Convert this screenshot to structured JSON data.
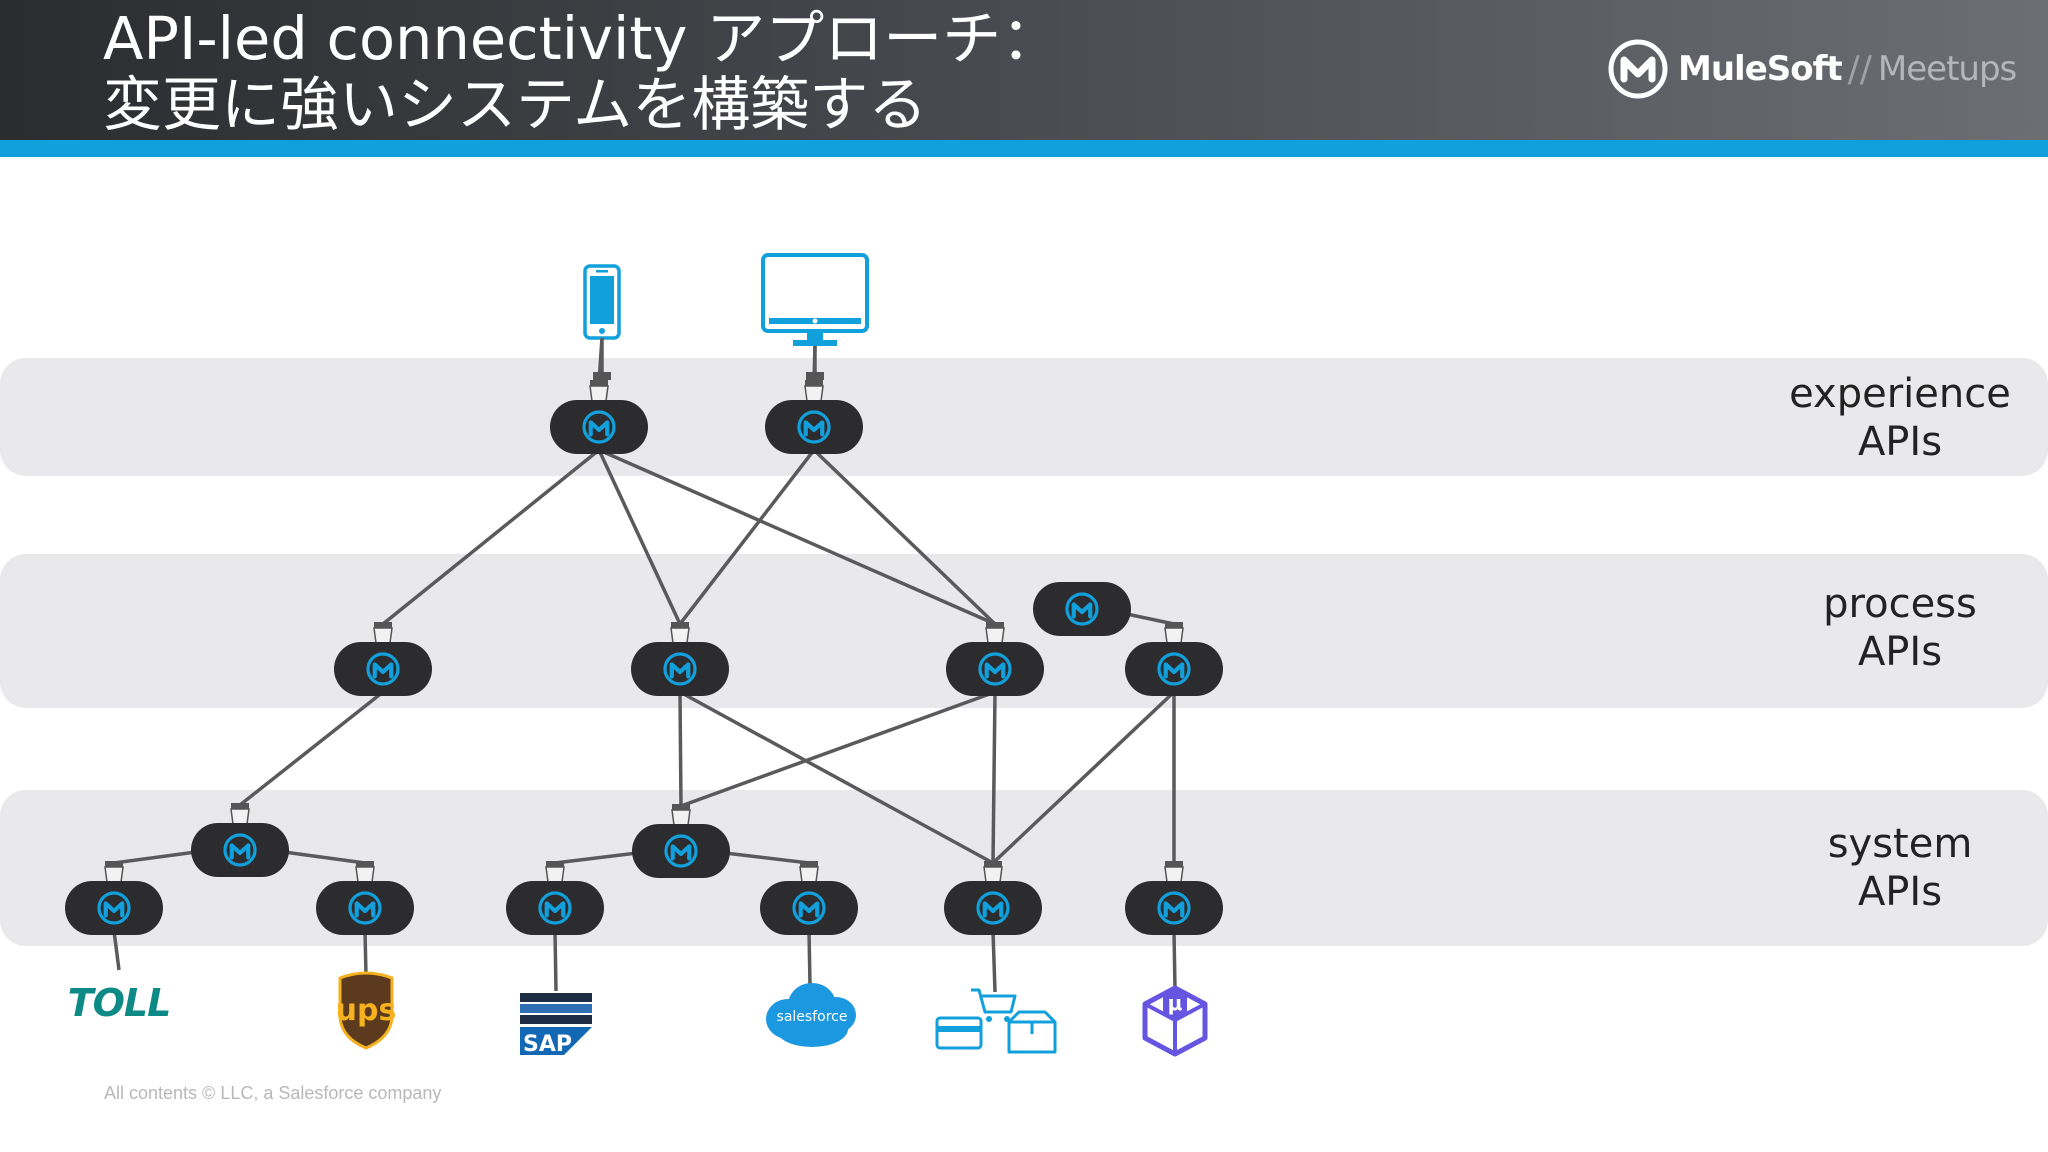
{
  "slide": {
    "title_line1": "API-led connectivity アプローチ：",
    "title_line2": "変更に強いシステムを構築する",
    "copyright": "All contents © LLC, a Salesforce company"
  },
  "logo": {
    "name": "MuleSoft",
    "separator": "//",
    "sub": "Meetups",
    "icon": "mulesoft-logo-icon"
  },
  "layers": [
    {
      "id": "experience",
      "line1": "experience",
      "line2": "APIs"
    },
    {
      "id": "process",
      "line1": "process",
      "line2": "APIs"
    },
    {
      "id": "system",
      "line1": "system",
      "line2": "APIs"
    }
  ],
  "clients": [
    {
      "id": "mobile",
      "icon": "smartphone-icon"
    },
    {
      "id": "desktop",
      "icon": "desktop-monitor-icon"
    }
  ],
  "backends": [
    {
      "id": "toll",
      "label": "TOLL",
      "icon": "toll-logo-icon"
    },
    {
      "id": "ups",
      "label": "ups",
      "icon": "ups-logo-icon"
    },
    {
      "id": "sap",
      "label": "SAP",
      "icon": "sap-logo-icon"
    },
    {
      "id": "salesforce",
      "label": "salesforce",
      "icon": "salesforce-cloud-icon"
    },
    {
      "id": "commerce",
      "icon": "ecommerce-icon"
    },
    {
      "id": "micro",
      "label": "μ",
      "icon": "microservice-box-icon"
    }
  ],
  "apis": [
    {
      "id": "exp1",
      "layer": "experience"
    },
    {
      "id": "exp2",
      "layer": "experience"
    },
    {
      "id": "proc1",
      "layer": "process"
    },
    {
      "id": "proc2",
      "layer": "process"
    },
    {
      "id": "proc3",
      "layer": "process"
    },
    {
      "id": "proc4",
      "layer": "process"
    },
    {
      "id": "proc5",
      "layer": "process"
    },
    {
      "id": "sys-agg1",
      "layer": "system"
    },
    {
      "id": "sys-agg2",
      "layer": "system"
    },
    {
      "id": "sys1",
      "layer": "system"
    },
    {
      "id": "sys2",
      "layer": "system"
    },
    {
      "id": "sys3",
      "layer": "system"
    },
    {
      "id": "sys4",
      "layer": "system"
    },
    {
      "id": "sys5",
      "layer": "system"
    },
    {
      "id": "sys6",
      "layer": "system"
    }
  ],
  "connections": [
    [
      "mobile",
      "exp1"
    ],
    [
      "desktop",
      "exp2"
    ],
    [
      "exp1",
      "proc1"
    ],
    [
      "exp1",
      "proc2"
    ],
    [
      "exp1",
      "proc3"
    ],
    [
      "exp2",
      "proc2"
    ],
    [
      "exp2",
      "proc3"
    ],
    [
      "proc4",
      "proc5"
    ],
    [
      "proc1",
      "sys-agg1"
    ],
    [
      "proc2",
      "sys-agg2"
    ],
    [
      "proc2",
      "sys5"
    ],
    [
      "proc3",
      "sys-agg2"
    ],
    [
      "proc3",
      "sys5"
    ],
    [
      "proc5",
      "sys5"
    ],
    [
      "proc5",
      "sys6"
    ],
    [
      "sys-agg1",
      "sys1"
    ],
    [
      "sys-agg1",
      "sys2"
    ],
    [
      "sys-agg2",
      "sys3"
    ],
    [
      "sys-agg2",
      "sys4"
    ],
    [
      "sys1",
      "toll"
    ],
    [
      "sys2",
      "ups"
    ],
    [
      "sys3",
      "sap"
    ],
    [
      "sys4",
      "salesforce"
    ],
    [
      "sys5",
      "commerce"
    ],
    [
      "sys6",
      "micro"
    ]
  ],
  "colors": {
    "band": "#e9e8ea",
    "node": "#2c2c2e",
    "accent": "#12a0dc",
    "line": "#5a5a5c",
    "toll": "#0e8a86",
    "ups_brown": "#5b3a1e",
    "ups_gold": "#f6b11e",
    "sap": "#1268b4",
    "salesforce": "#1b98e0",
    "micro": "#6655e0"
  }
}
